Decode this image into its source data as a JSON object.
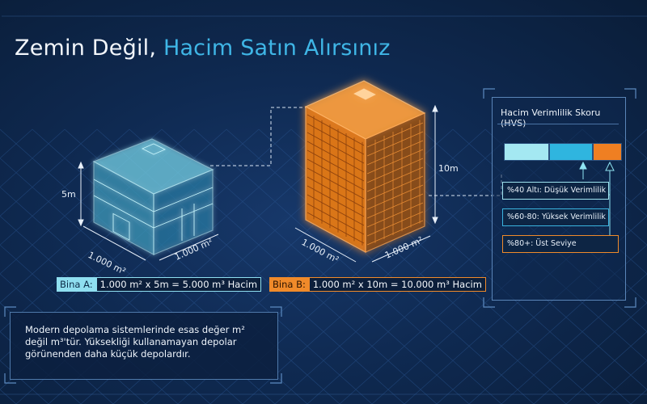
{
  "title": {
    "part1": "Zemin Değil,",
    "part2": "Hacim Satın Alırsınız"
  },
  "building_a": {
    "height_label": "5m",
    "left_dim": "1.000 m²",
    "right_dim": "1.000 m²",
    "tag": "Bina A:",
    "equation": "1.000 m² x 5m = 5.000 m³ Hacim",
    "color": "#8fdff0"
  },
  "building_b": {
    "height_label": "10m",
    "left_dim": "1.000 m²",
    "right_dim": "1.000 m²",
    "tag": "Bina B:",
    "equation": "1.000 m² x 10m = 10.000 m³ Hacim",
    "color": "#f08a2a"
  },
  "hvs_panel": {
    "title": "Hacim Verimlilik Skoru (HVS)",
    "bar_colors": [
      "#a4e8f2",
      "#2fb5df",
      "#ef7f22"
    ],
    "tiers": [
      {
        "label": "%40 Altı: Düşük Verimlilik"
      },
      {
        "label": "%60-80: Yüksek Verimlilik"
      },
      {
        "label": "%80+: Üst Seviye"
      }
    ]
  },
  "note": {
    "line1": "Modern depolama sistemlerinde esas değer m²",
    "line2": "değil m³'tür. Yüksekliği kullanamayan depolar",
    "line3": "görünenden daha küçük depolardır."
  }
}
